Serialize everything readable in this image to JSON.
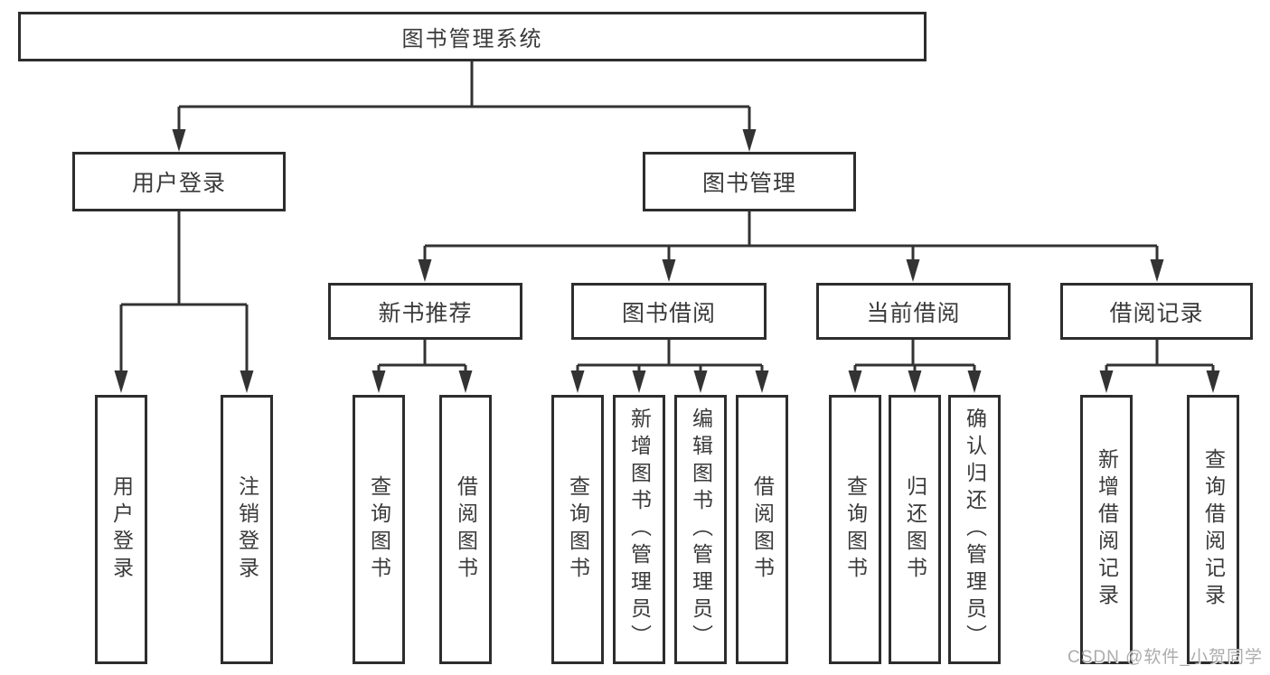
{
  "diagram": {
    "root": {
      "label": "图书管理系统"
    },
    "level1": [
      {
        "id": "user-login",
        "label": "用户登录"
      },
      {
        "id": "book-management",
        "label": "图书管理"
      }
    ],
    "level2": [
      {
        "id": "new-book-recommend",
        "label": "新书推荐"
      },
      {
        "id": "book-borrowing",
        "label": "图书借阅"
      },
      {
        "id": "current-borrowing",
        "label": "当前借阅"
      },
      {
        "id": "borrowing-records",
        "label": "借阅记录"
      }
    ],
    "leaves": {
      "user_login": [
        {
          "label": "用户登录"
        },
        {
          "label": "注销登录"
        }
      ],
      "new_book_recommend": [
        {
          "label": "查询图书"
        },
        {
          "label": "借阅图书"
        }
      ],
      "book_borrowing": [
        {
          "label": "查询图书"
        },
        {
          "label": "新增图书（管理员）"
        },
        {
          "label": "编辑图书（管理员）"
        },
        {
          "label": "借阅图书"
        }
      ],
      "current_borrowing": [
        {
          "label": "查询图书"
        },
        {
          "label": "归还图书"
        },
        {
          "label": "确认归还（管理员）"
        }
      ],
      "borrowing_records": [
        {
          "label": "新增借阅记录"
        },
        {
          "label": "查询借阅记录"
        }
      ]
    }
  },
  "watermark": {
    "text": "CSDN @软件_小贺同学"
  },
  "colors": {
    "line": "#333333",
    "box_border": "#2d2d2d",
    "text": "#3a3a3a",
    "background": "#ffffff",
    "watermark": "#a5a5a5"
  }
}
